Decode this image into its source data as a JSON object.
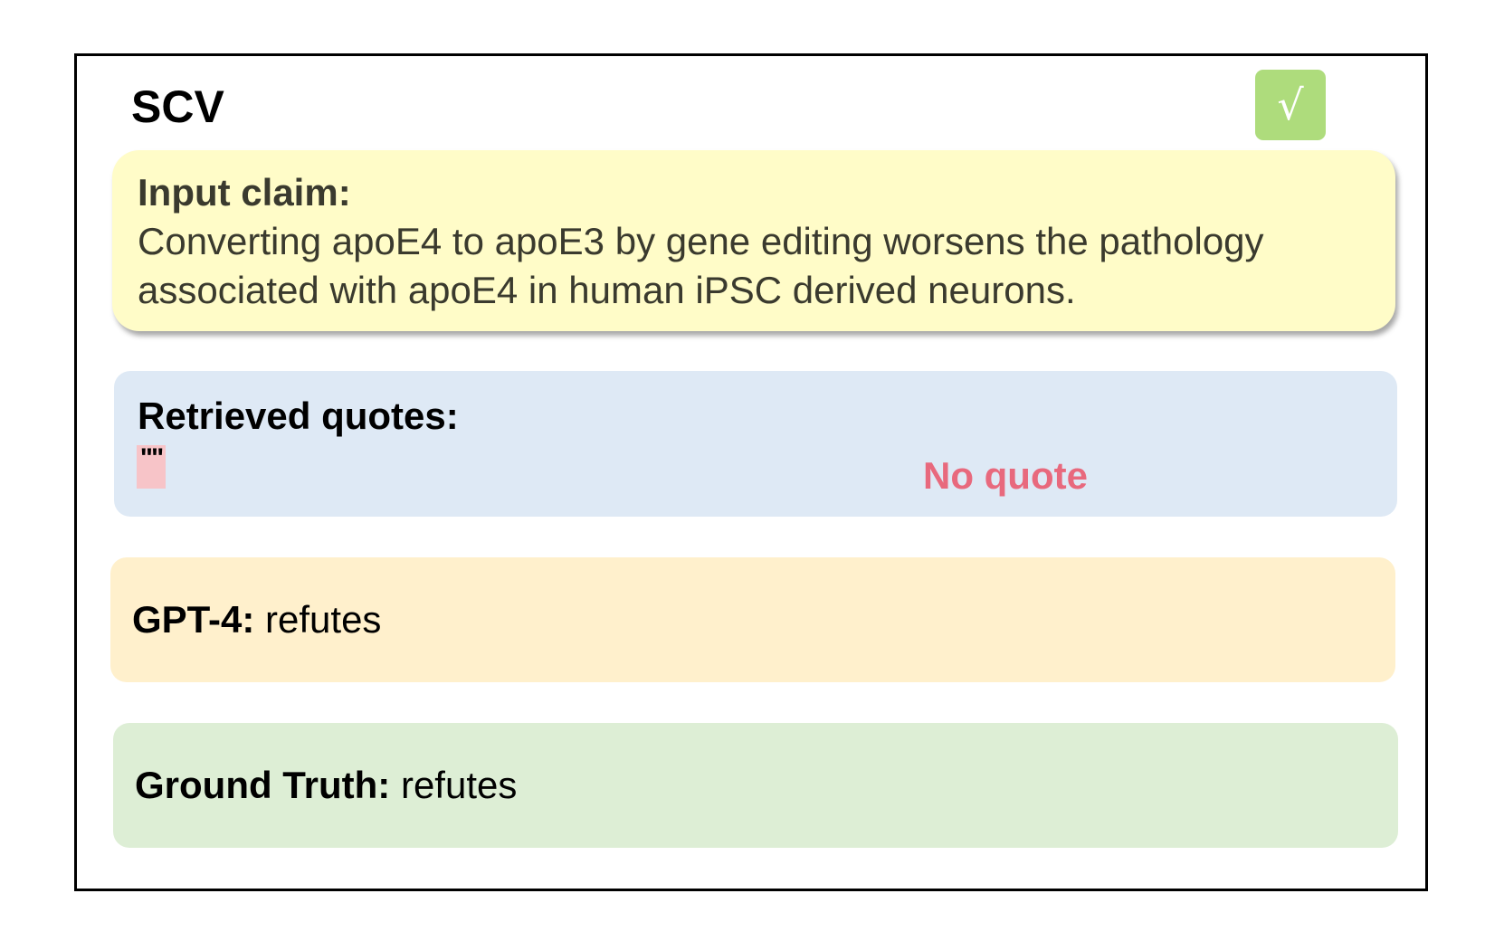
{
  "title": "SCV",
  "badge": {
    "symbol": "√",
    "icon": "check-icon",
    "color": "#aedc7c"
  },
  "claim": {
    "label": "Input claim:",
    "text": "Converting apoE4 to apoE3 by gene editing worsens the pathology associated with apoE4 in human iPSC derived neurons.",
    "background": "#fffcc8"
  },
  "quotes": {
    "label": "Retrieved quotes:",
    "quote_marks": "\"\"",
    "annotation": "No quote",
    "annotation_color": "#e8697d",
    "chip_color": "#f7c4c8",
    "background": "#dee9f5"
  },
  "prediction": {
    "label": "GPT-4:",
    "value": "refutes",
    "background": "#fff0cc"
  },
  "ground_truth": {
    "label": "Ground Truth:",
    "value": "refutes",
    "background": "#ddeed5"
  }
}
